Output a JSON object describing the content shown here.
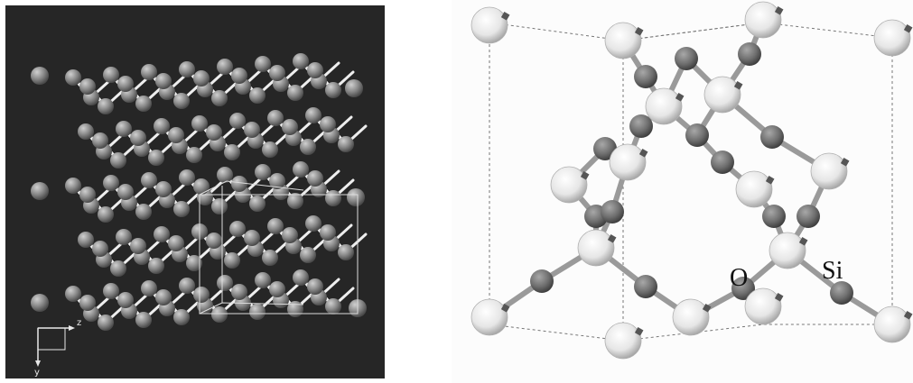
{
  "left_figure": {
    "axis_labels": {
      "z": "z",
      "y": "y"
    },
    "colors": {
      "background": "#262626",
      "atom": "#8a8a8a",
      "bond": "#f2f2f2",
      "cell_edge": "#e0e0e0"
    }
  },
  "right_figure": {
    "labels": {
      "oxygen": "O",
      "silicon": "Si"
    },
    "colors": {
      "background": "#fcfcfc",
      "silicon": "#e9e9e9",
      "oxygen": "#6e6e6e",
      "bond": "#9a9a9a"
    }
  }
}
